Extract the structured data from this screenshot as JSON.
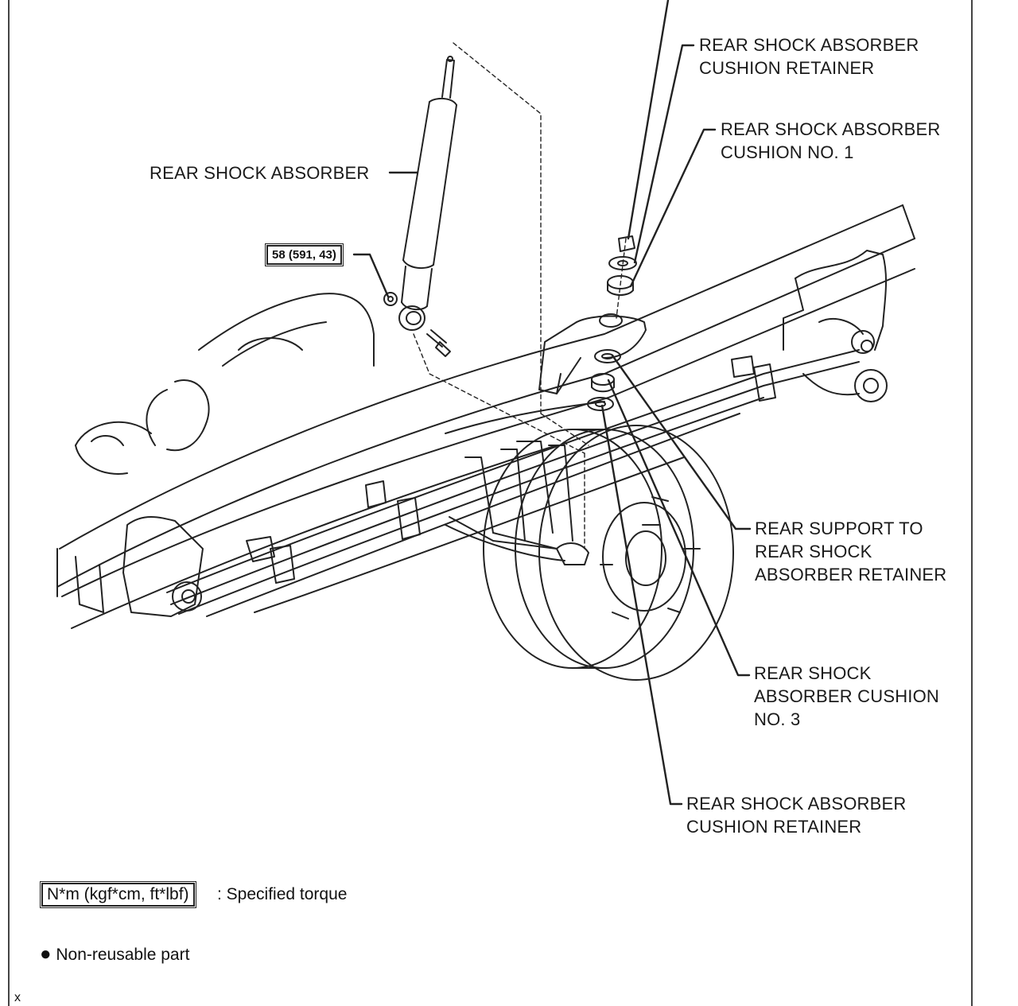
{
  "labels": {
    "rear_shock_absorber": "REAR SHOCK ABSORBER",
    "upper_retainer": [
      "REAR SHOCK ABSORBER",
      "CUSHION RETAINER"
    ],
    "cushion_no1": [
      "REAR SHOCK ABSORBER",
      "CUSHION NO. 1"
    ],
    "support_retainer": [
      "REAR SUPPORT TO",
      "REAR SHOCK",
      "ABSORBER RETAINER"
    ],
    "cushion_no3": [
      "REAR SHOCK",
      "ABSORBER CUSHION",
      "NO. 3"
    ],
    "lower_retainer": [
      "REAR SHOCK ABSORBER",
      "CUSHION RETAINER"
    ]
  },
  "torque": {
    "bolt_value": "58 (591, 43)"
  },
  "legend": {
    "torque_units": "N*m (kgf*cm, ft*lbf)",
    "torque_desc": ": Specified torque",
    "nonreusable_symbol": "●",
    "nonreusable_desc": "Non-reusable part"
  },
  "corner_mark": "x",
  "colors": {
    "line": "#222222",
    "background": "#ffffff",
    "page_border": "#333333"
  }
}
